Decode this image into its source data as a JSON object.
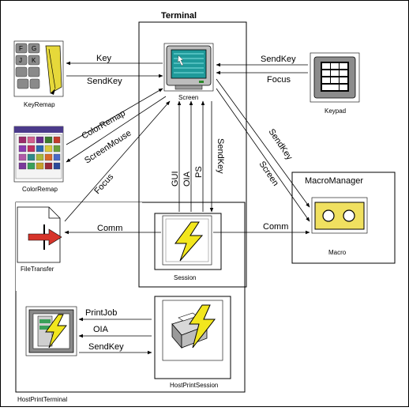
{
  "diagram": {
    "terminal_title": "Terminal",
    "macro_manager_title": "MacroManager",
    "host_print_terminal_label": "HostPrintTerminal",
    "components": {
      "keyremap": "KeyRemap",
      "colorremap": "ColorRemap",
      "filetransfer": "FileTransfer",
      "screen": "Screen",
      "keypad": "Keypad",
      "session": "Session",
      "macro": "Macro",
      "hostprintsession": "HostPrintSession"
    },
    "edges": {
      "key": "Key",
      "sendkey_keyremap": "SendKey",
      "sendkey_keypad": "SendKey",
      "focus_keypad": "Focus",
      "colorremap": "ColorRemap",
      "screenmouse": "ScreenMouse",
      "focus_filetransfer": "Focus",
      "gui": "GUI",
      "oia": "OIA",
      "ps": "PS",
      "sendkey_session": "SendKey",
      "sendkey_macro": "SendKey",
      "screen_macro": "Screen",
      "comm_filetransfer": "Comm",
      "comm_macro": "Comm",
      "printjob": "PrintJob",
      "oia_print": "OIA",
      "sendkey_print": "SendKey"
    }
  }
}
